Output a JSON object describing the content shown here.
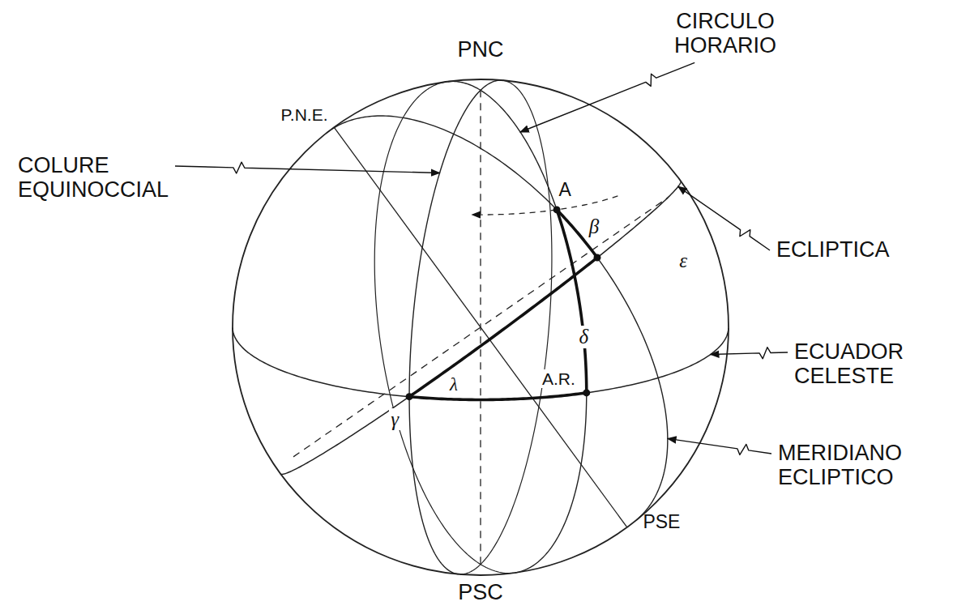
{
  "diagram": {
    "labels": [
      "CIRCULO HORARIO",
      "PNC",
      "P.N.E.",
      "COLURE EQUINOCCIAL",
      "A",
      "β",
      "ECLIPTICA",
      "δ",
      "ε",
      "ECUADOR CELESTE",
      "λ",
      "A.R.",
      "γ",
      "MERIDIANO ECLIPTICO",
      "PSE",
      "PSC"
    ]
  }
}
